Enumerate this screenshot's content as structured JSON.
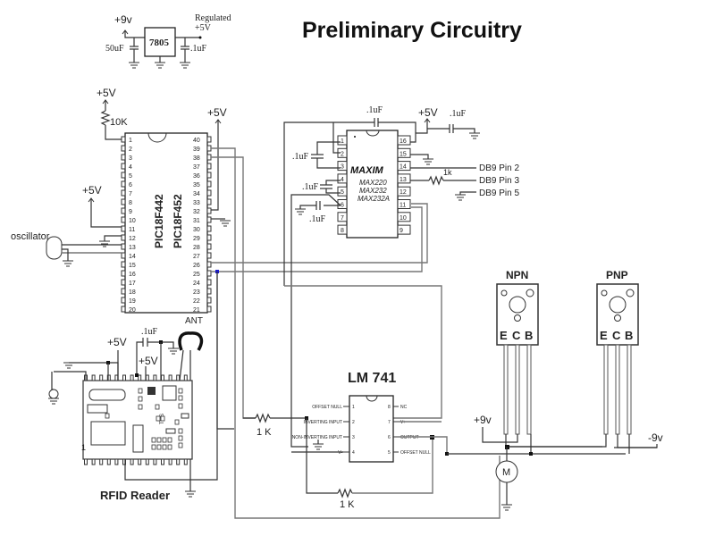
{
  "title": "Preliminary Circuitry",
  "regulator": {
    "input_label": "+9v",
    "chip_label": "7805",
    "output_label_line1": "Regulated",
    "output_label_line2": "+5V",
    "input_cap": "50uF",
    "output_cap": ".1uF"
  },
  "pic": {
    "part_line1": "PIC18F442",
    "part_line2": "PIC18F452",
    "left_pins": [
      "1",
      "2",
      "3",
      "4",
      "5",
      "6",
      "7",
      "8",
      "9",
      "10",
      "11",
      "12",
      "13",
      "14",
      "15",
      "16",
      "17",
      "18",
      "19",
      "20"
    ],
    "right_pins": [
      "40",
      "39",
      "38",
      "37",
      "36",
      "35",
      "34",
      "33",
      "32",
      "31",
      "30",
      "29",
      "28",
      "27",
      "26",
      "25",
      "24",
      "23",
      "22",
      "21"
    ],
    "pullup_supply": "+5V",
    "pullup_resistor": "10K",
    "vdd_left_label": "+5V",
    "vdd_right_label": "+5V",
    "oscillator_label": "oscillator"
  },
  "max": {
    "brand": "MAXIM",
    "part1": "MAX220",
    "part2": "MAX232",
    "part3": "MAX232A",
    "left_pins": [
      "1",
      "2",
      "3",
      "4",
      "5",
      "6",
      "7",
      "8"
    ],
    "right_pins": [
      "16",
      "15",
      "14",
      "13",
      "12",
      "11",
      "10",
      "9"
    ],
    "top_cap": ".1uF",
    "supply_label": "+5V",
    "supply_cap": ".1uF",
    "cap_1_3": ".1uF",
    "cap_4_5": ".1uF",
    "cap_6": ".1uF",
    "resistor": "1k",
    "db9_pin2": "DB9 Pin 2",
    "db9_pin3": "DB9 Pin 3",
    "db9_pin5": "DB9 Pin 5"
  },
  "rfid": {
    "label": "RFID Reader",
    "supply1": "+5V",
    "supply2": "+5V",
    "cap": ".1uF",
    "antenna": "ANT",
    "module_marks": [
      "1",
      "TRS"
    ]
  },
  "opamp": {
    "label": "LM 741",
    "left_pins": [
      {
        "num": "1",
        "name": "OFFSET NULL"
      },
      {
        "num": "2",
        "name": "INVERTING INPUT"
      },
      {
        "num": "3",
        "name": "NON-INVERTING INPUT"
      },
      {
        "num": "4",
        "name": "V-"
      }
    ],
    "right_pins": [
      {
        "num": "8",
        "name": "NC"
      },
      {
        "num": "7",
        "name": "V+"
      },
      {
        "num": "6",
        "name": "OUTPUT"
      },
      {
        "num": "5",
        "name": "OFFSET NULL"
      }
    ],
    "input_resistor": "1 K",
    "feedback_resistor": "1 K"
  },
  "transistors": [
    {
      "type": "NPN",
      "pins": [
        "E",
        "C",
        "B"
      ]
    },
    {
      "type": "PNP",
      "pins": [
        "E",
        "C",
        "B"
      ]
    }
  ],
  "power": {
    "plus9": "+9v",
    "minus9": "-9v"
  },
  "motor": {
    "label": "M"
  }
}
